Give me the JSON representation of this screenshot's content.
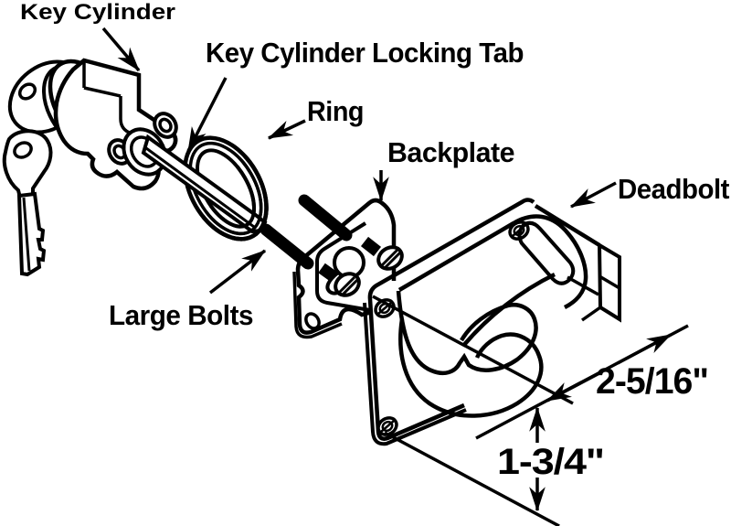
{
  "diagram_title": "Deadbolt lock exploded-view diagram",
  "colors": {
    "line": "#000000",
    "background": "#ffffff"
  },
  "labels": {
    "key_cylinder": "Key Cylinder",
    "key_cylinder_locking_tab": "Key Cylinder Locking Tab",
    "ring": "Ring",
    "backplate": "Backplate",
    "deadbolt": "Deadbolt",
    "large_bolts": "Large Bolts"
  },
  "dimensions": {
    "bolt_backset_width": "2-5/16\"",
    "bolt_height": "1-3/4\""
  }
}
